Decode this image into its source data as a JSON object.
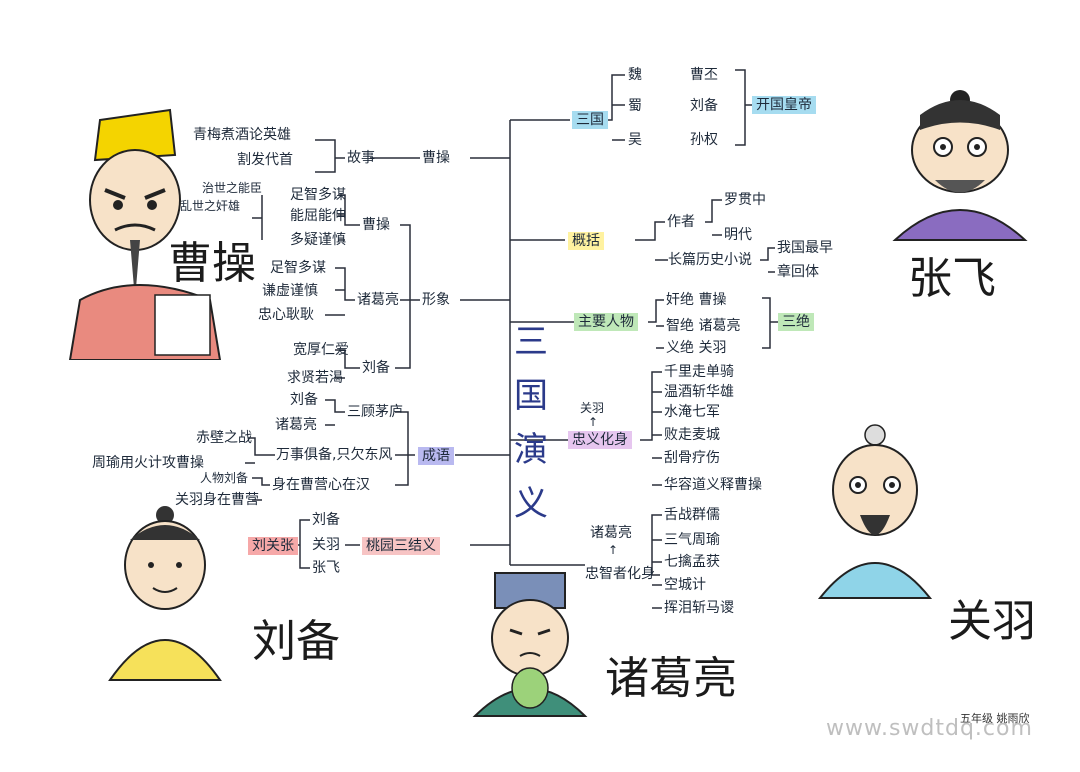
{
  "center": {
    "title": "三国演义"
  },
  "portraits": {
    "caocao": "曹操",
    "zhangfei": "张飞",
    "liubei": "刘备",
    "guanyu": "关羽",
    "zhugeliang": "诸葛亮"
  },
  "right": {
    "sanguo": {
      "label": "三国",
      "rows": [
        {
          "state": "魏",
          "ruler": "曹丕"
        },
        {
          "state": "蜀",
          "ruler": "刘备"
        },
        {
          "state": "吴",
          "ruler": "孙权"
        }
      ],
      "tag": "开国皇帝"
    },
    "gaikuo": {
      "label": "概括",
      "author_label": "作者",
      "author": "罗贯中",
      "era": "明代",
      "genre": "长篇历史小说",
      "note_1": "我国最早",
      "note_2": "章回体"
    },
    "main_chars": {
      "label": "主要人物",
      "items": [
        "奸绝 曹操",
        "智绝 诸葛亮",
        "义绝 关羽"
      ],
      "tag": "三绝"
    },
    "yi": {
      "top": "关羽",
      "label": "忠义化身",
      "items": [
        "千里走单骑",
        "温酒斩华雄",
        "水淹七军",
        "败走麦城",
        "刮骨疗伤",
        "华容道义释曹操"
      ]
    },
    "zhi": {
      "top": "诸葛亮",
      "label": "忠智者化身",
      "items": [
        "舌战群儒",
        "三气周瑜",
        "七擒孟获",
        "空城计",
        "挥泪斩马谡"
      ]
    }
  },
  "left": {
    "story": {
      "label": "故事",
      "target": "曹操",
      "items": [
        "青梅煮酒论英雄",
        "割发代首"
      ]
    },
    "xingxiang": {
      "label": "形象",
      "caocao": {
        "label": "曹操",
        "note_1": "治世之能臣",
        "note_2": "乱世之奸雄",
        "items": [
          "足智多谋",
          "能屈能伸",
          "多疑谨慎"
        ]
      },
      "zhuge": {
        "label": "诸葛亮",
        "items": [
          "足智多谋",
          "谦虚谨慎",
          "忠心耿耿"
        ]
      },
      "liubei": {
        "label": "刘备",
        "items": [
          "宽厚仁爱",
          "求贤若渴"
        ]
      }
    },
    "chengyu": {
      "label": "成语",
      "sangu": {
        "label": "三顾茅庐",
        "items": [
          "刘备",
          "诸葛亮"
        ]
      },
      "dongfeng": {
        "label": "万事俱备,只欠东风",
        "note": "赤壁之战",
        "extra": "周瑜用火计攻曹操"
      },
      "shenzai": {
        "label": "身在曹营心在汉",
        "items": [
          "人物刘备",
          "关羽身在曹营"
        ]
      },
      "taoyuan": {
        "label": "桃园三结义",
        "tag": "刘关张",
        "items": [
          "刘备",
          "关羽",
          "张飞"
        ]
      }
    }
  },
  "watermark": "www.swdtdq.com",
  "signature": "五年级 姚雨欣",
  "colors": {
    "sanguo_bg": "#a6dcf0",
    "gaikuo_bg": "#fff2a0",
    "main_bg": "#bfe8b8",
    "yi_bg": "#e6c6ef",
    "zhi_bg": "#ffffff",
    "chengyu_bg": "#b9b9f0",
    "taoyuan_bg": "#f7c4c4",
    "liuguanzhang_bg": "#f6a8a8",
    "sangong_bg": "#9fd3ec"
  }
}
